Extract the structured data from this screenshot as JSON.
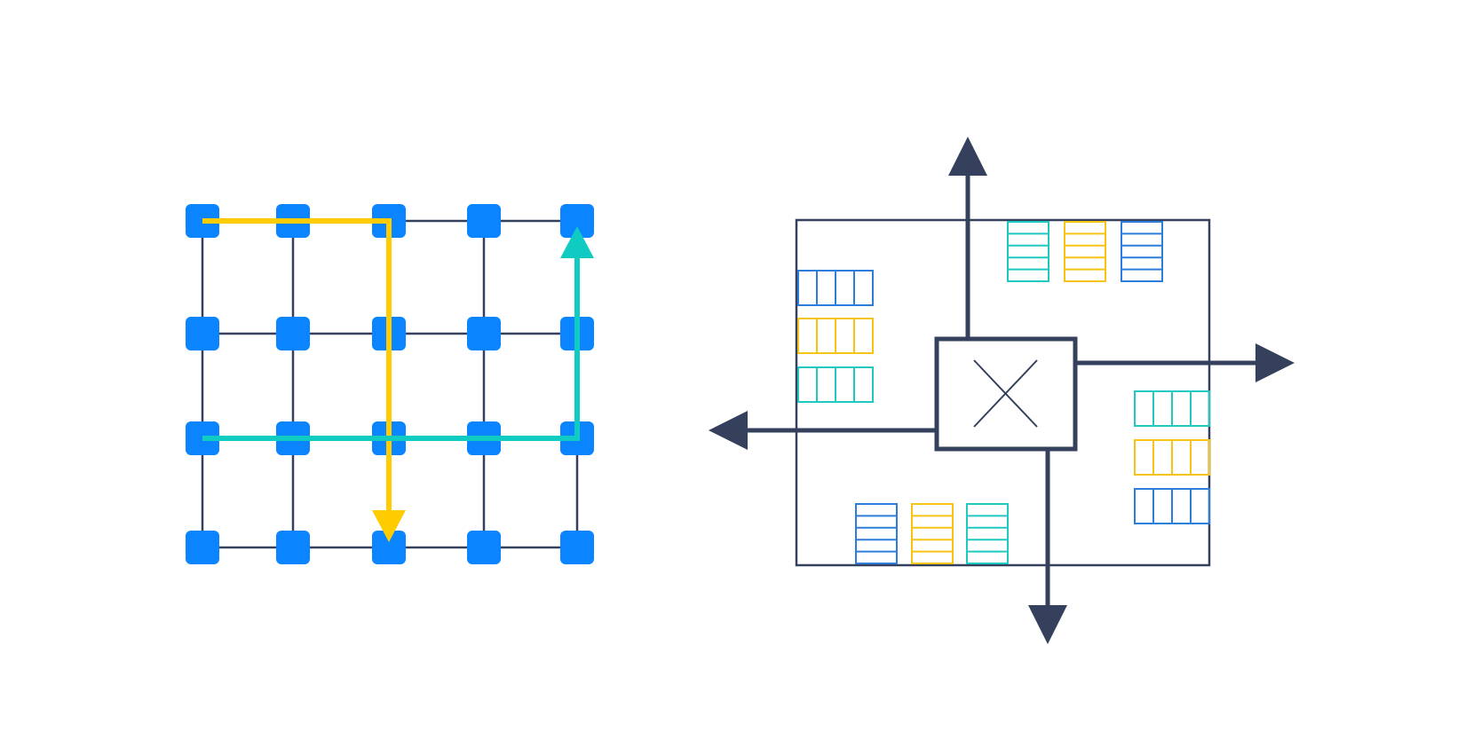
{
  "colors": {
    "node": "#0a84ff",
    "grid_line": "#34405c",
    "path_yellow": "#ffcc00",
    "path_teal": "#10cbc2",
    "shelf_blue": "#2d7ddb",
    "shelf_yellow": "#f6c414",
    "shelf_teal": "#20c8c2",
    "frame": "#34405c"
  },
  "left_diagram": {
    "grid": {
      "columns": 5,
      "rows": 4
    },
    "paths": [
      {
        "name": "yellow-route",
        "color_key": "path_yellow",
        "cells": [
          [
            0,
            0
          ],
          [
            2,
            0
          ],
          [
            2,
            3
          ]
        ]
      },
      {
        "name": "teal-route",
        "color_key": "path_teal",
        "cells": [
          [
            0,
            2
          ],
          [
            4,
            2
          ],
          [
            4,
            0
          ]
        ]
      }
    ]
  },
  "right_diagram": {
    "center_symbol": "x-mark",
    "exit_directions": [
      "up",
      "right",
      "down",
      "left"
    ],
    "shelf_groups": [
      {
        "name": "top-shelves",
        "colors": [
          "shelf_teal",
          "shelf_yellow",
          "shelf_blue"
        ]
      },
      {
        "name": "left-shelves",
        "colors": [
          "shelf_blue",
          "shelf_yellow",
          "shelf_teal"
        ]
      },
      {
        "name": "right-shelves",
        "colors": [
          "shelf_teal",
          "shelf_yellow",
          "shelf_blue"
        ]
      },
      {
        "name": "bottom-shelves",
        "colors": [
          "shelf_blue",
          "shelf_yellow",
          "shelf_teal"
        ]
      }
    ]
  }
}
